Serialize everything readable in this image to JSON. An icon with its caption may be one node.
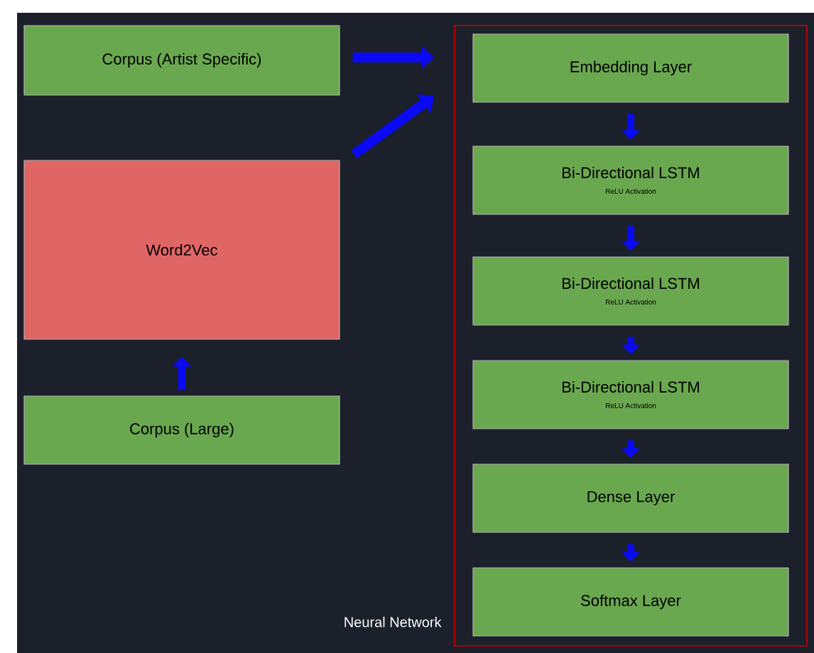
{
  "diagram": {
    "nodes": [
      {
        "text": [
          "Corpus (Artist Specific)"
        ]
      },
      {
        "text": [
          "Word2Vec"
        ]
      },
      {
        "text": [
          "Corpus (Large)"
        ]
      },
      {
        "text": [
          "Neural Network"
        ]
      },
      {
        "text": [
          "Embedding Layer"
        ],
        "in": 3
      },
      {
        "text": [
          "Bi-Directional LSTM",
          "ReLU Activation"
        ],
        "in": 3
      },
      {
        "text": [
          "Bi-Directional LSTM",
          "ReLU Activation"
        ],
        "in": 3
      },
      {
        "text": [
          "Bi-Directional LSTM",
          "ReLU Activation"
        ],
        "in": 3
      },
      {
        "text": [
          "Dense Layer"
        ],
        "in": 3
      },
      {
        "text": [
          "Softmax Layer"
        ],
        "in": 3
      }
    ],
    "edges": [
      {
        "from": 0,
        "to": 3,
        "arrow": "to"
      },
      {
        "from": 1,
        "to": 3,
        "arrow": "to"
      },
      {
        "from": 2,
        "to": 1,
        "arrow": "to"
      },
      {
        "from": 4,
        "to": 5,
        "arrow": "to"
      },
      {
        "from": 5,
        "to": 6,
        "arrow": "to"
      },
      {
        "from": 6,
        "to": 7,
        "arrow": "to"
      },
      {
        "from": 7,
        "to": 8,
        "arrow": "to"
      },
      {
        "from": 8,
        "to": 9,
        "arrow": "to"
      }
    ]
  }
}
